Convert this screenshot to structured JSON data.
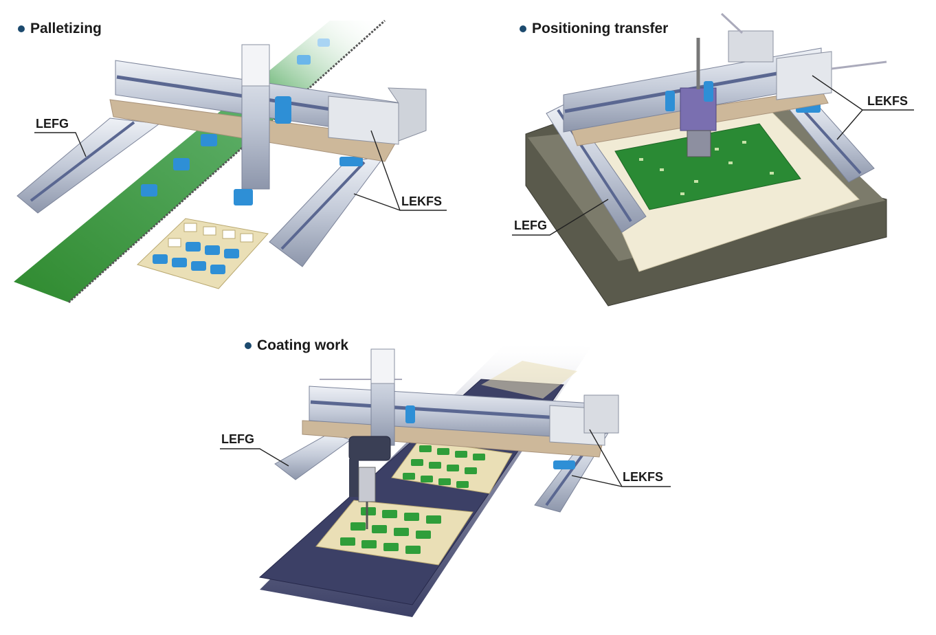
{
  "colors": {
    "bullet": "#1c4a6e",
    "rail": "#c9d0dc",
    "rail_stripe": "#5a6791",
    "belt_green": "#2f8a2f",
    "belt_dark": "#3c4066",
    "workpiece_blue": "#2e8fd6",
    "tan": "#cdb89a",
    "pcb": "#2a8a34",
    "frame_dark": "#4a4a40"
  },
  "sections": {
    "palletizing": {
      "heading": "Palletizing",
      "labels": {
        "lefg": "LEFG",
        "lekfs": "LEKFS"
      }
    },
    "positioning": {
      "heading": "Positioning transfer",
      "labels": {
        "lefg": "LEFG",
        "lekfs": "LEKFS"
      }
    },
    "coating": {
      "heading": "Coating work",
      "labels": {
        "lefg": "LEFG",
        "lekfs": "LEKFS"
      }
    }
  }
}
